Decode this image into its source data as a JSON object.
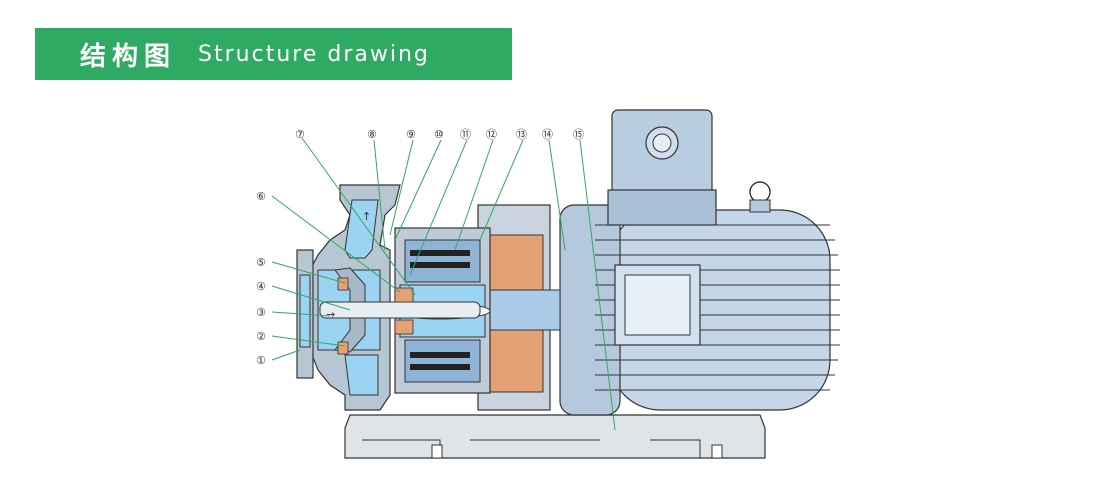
{
  "header": {
    "title_cn": "结构图",
    "title_en": "Structure drawing",
    "color": "#2eaa62"
  },
  "diagram": {
    "callouts": [
      "①",
      "②",
      "③",
      "④",
      "⑤",
      "⑥",
      "⑦",
      "⑧",
      "⑨",
      "⑩",
      "⑪",
      "⑫",
      "⑬",
      "⑭",
      "⑮"
    ],
    "arrow_inlet": "→",
    "arrow_outlet": "↑",
    "colors": {
      "leader": "#2eaa62",
      "pump_casing": "#b7c6d3",
      "fluid": "#9bd3f2",
      "motor": "#c2d4e6",
      "copper": "#e3a072",
      "base": "#d9dee3"
    }
  }
}
